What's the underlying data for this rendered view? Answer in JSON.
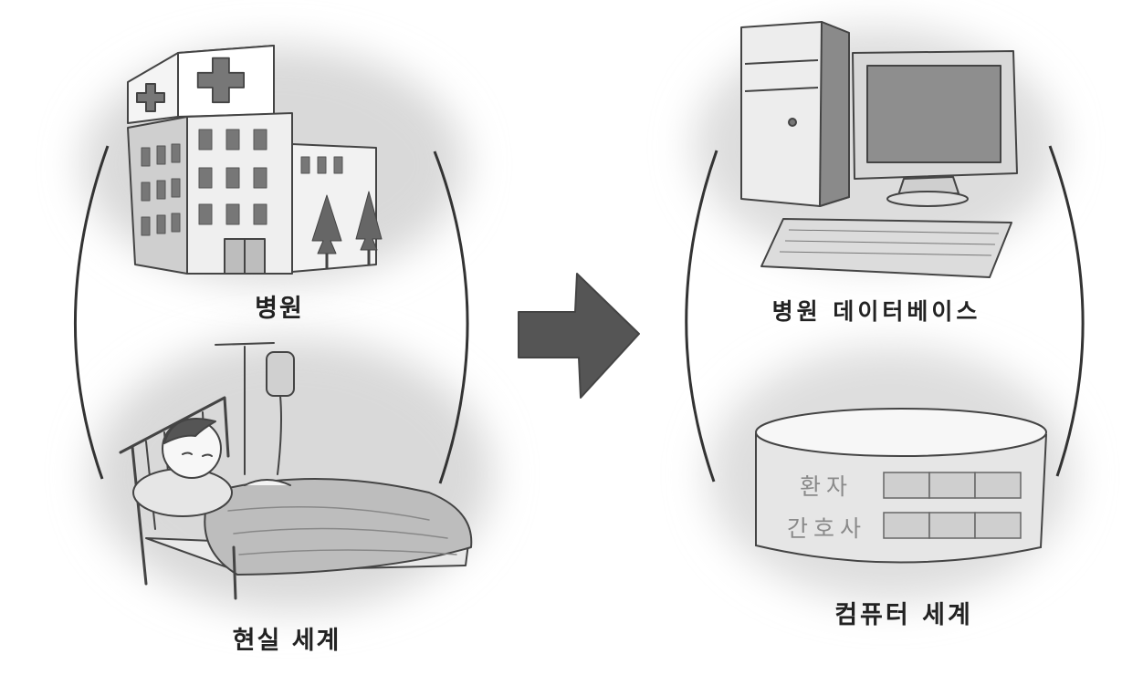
{
  "left_panel": {
    "hospital_label": "병원",
    "real_world_label": "현실 세계"
  },
  "right_panel": {
    "database_label": "병원 데이터베이스",
    "computer_world_label": "컴퓨터 세계",
    "table_rows": [
      "환자",
      "간호사"
    ]
  },
  "colors": {
    "arrow": "#555555",
    "outline": "#333333",
    "shade": "#d9d9d9"
  }
}
